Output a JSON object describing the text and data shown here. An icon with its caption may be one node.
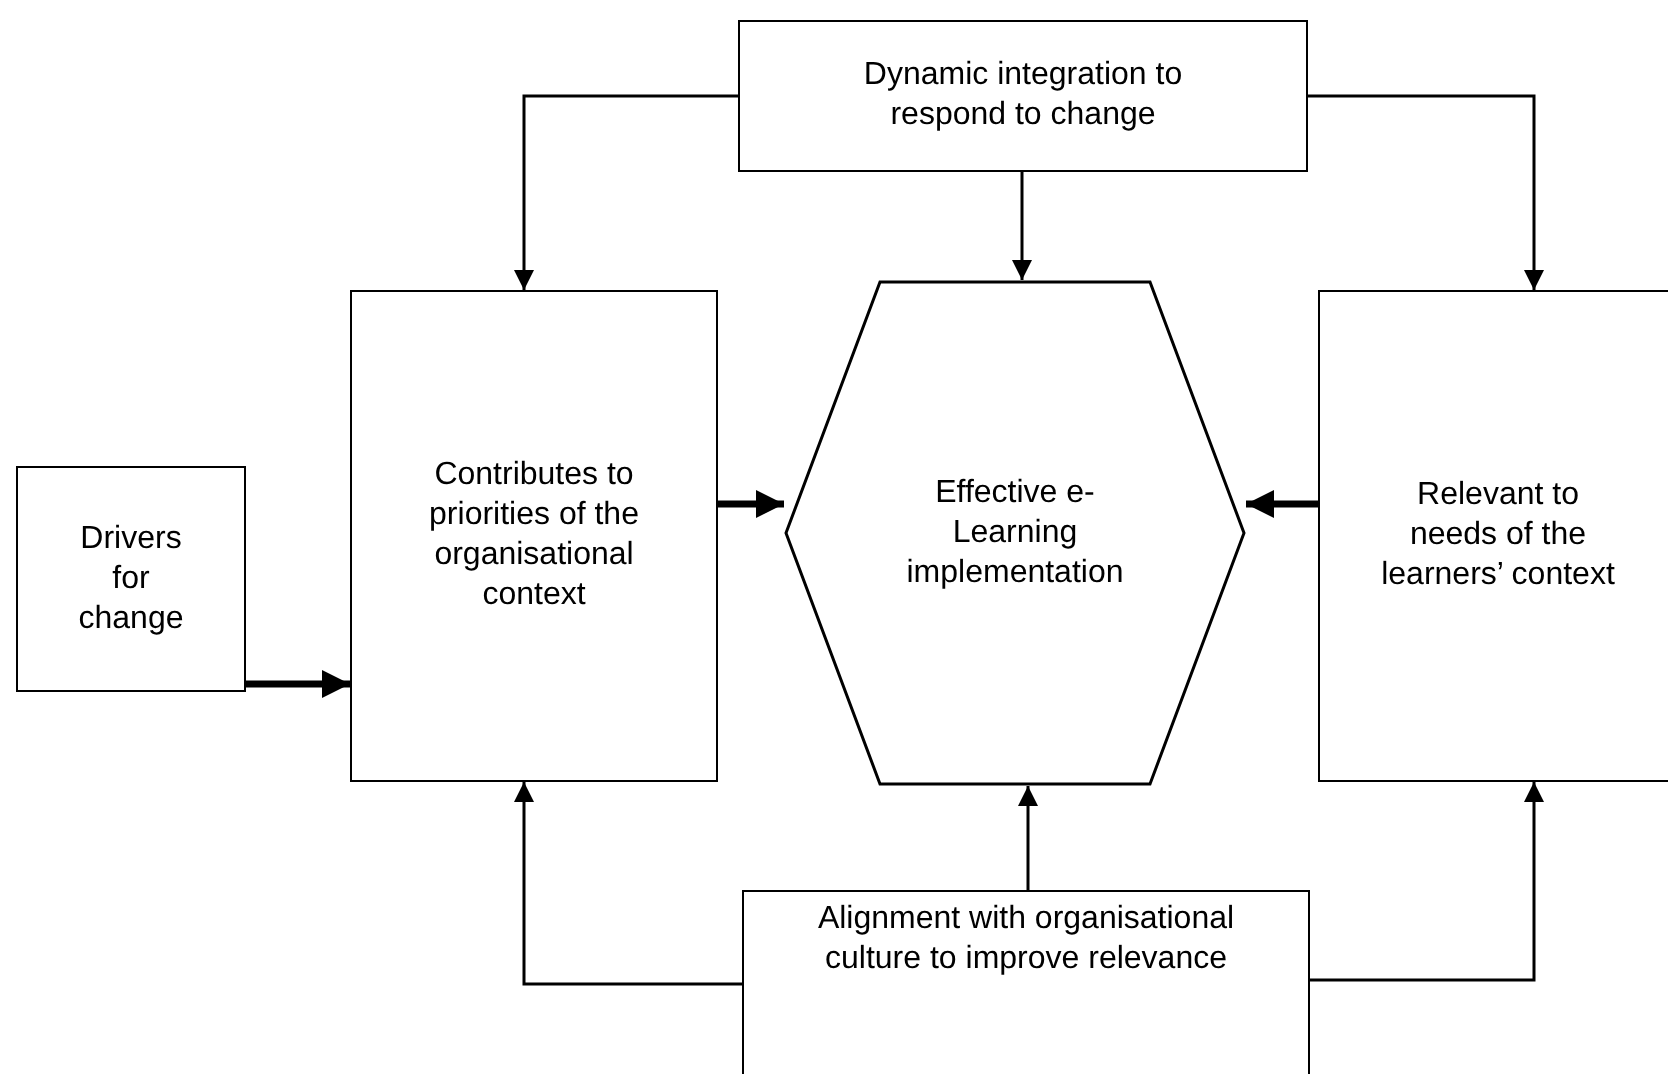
{
  "diagram": {
    "nodes": [
      {
        "text": [
          "Dynamic integration to respond to change"
        ]
      },
      {
        "text": [
          "Drivers for change"
        ]
      },
      {
        "text": [
          "Contributes to priorities of the organisational context"
        ]
      },
      {
        "text": [
          "Effective e-Learning implementation"
        ]
      },
      {
        "text": [
          "Relevant to needs of the learners’ context"
        ]
      },
      {
        "text": [
          "Alignment with organisational culture to improve relevance"
        ]
      }
    ],
    "edges": [
      {
        "from": 0,
        "to": 2,
        "arrow": "to"
      },
      {
        "from": 0,
        "to": 3,
        "arrow": "to"
      },
      {
        "from": 0,
        "to": 4,
        "arrow": "to"
      },
      {
        "from": 1,
        "to": 2,
        "arrow": "to",
        "style": "thick"
      },
      {
        "from": 2,
        "to": 3,
        "arrow": "to",
        "style": "thick"
      },
      {
        "from": 4,
        "to": 3,
        "arrow": "to",
        "style": "thick"
      },
      {
        "from": 5,
        "to": 2,
        "arrow": "to"
      },
      {
        "from": 5,
        "to": 3,
        "arrow": "to"
      },
      {
        "from": 5,
        "to": 4,
        "arrow": "to"
      }
    ]
  }
}
